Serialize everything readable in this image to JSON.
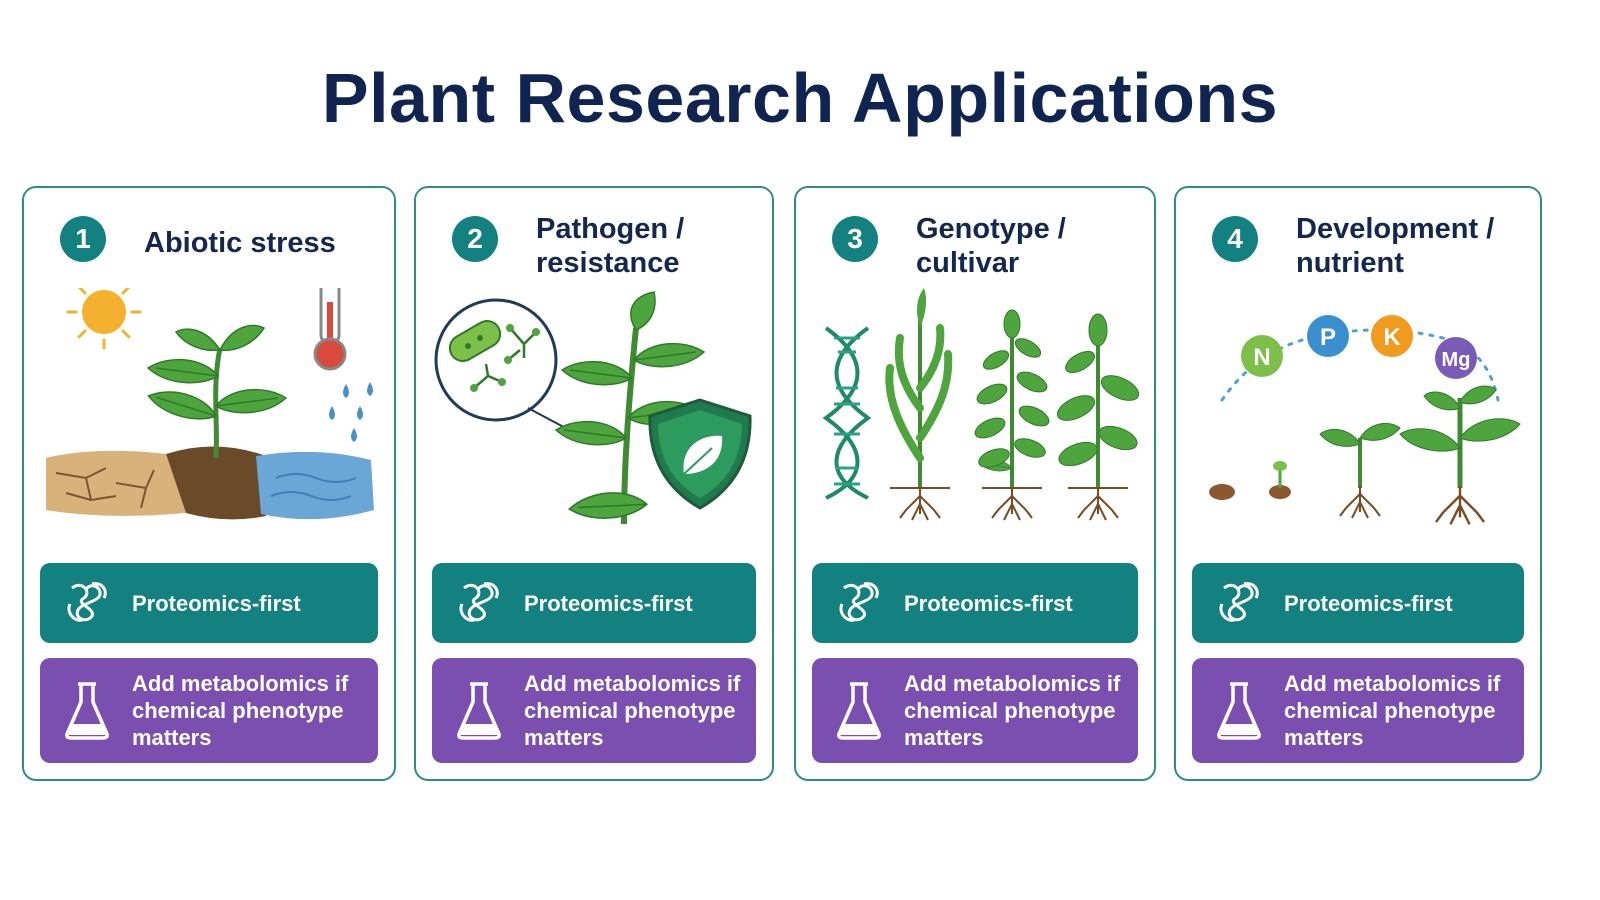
{
  "title": "Plant Research Applications",
  "cards": [
    {
      "number": "1",
      "title": "Abiotic stress",
      "proteomics": "Proteomics-first",
      "metabolomics": "Add metabolomics if chemical phenotype matters"
    },
    {
      "number": "2",
      "title": "Pathogen / resistance",
      "proteomics": "Proteomics-first",
      "metabolomics": "Add metabolomics if chemical phenotype matters"
    },
    {
      "number": "3",
      "title": "Genotype / cultivar",
      "proteomics": "Proteomics-first",
      "metabolomics": "Add metabolomics if chemical phenotype matters"
    },
    {
      "number": "4",
      "title": "Development / nutrient",
      "proteomics": "Proteomics-first",
      "metabolomics": "Add metabolomics if chemical phenotype matters"
    }
  ],
  "nutrients": [
    "N",
    "P",
    "K",
    "Mg"
  ],
  "colors": {
    "teal": "#128180",
    "purple": "#7a4fb0",
    "title": "#0f2450",
    "leaf": "#4ea43d"
  },
  "icons": [
    "sun-icon",
    "thermometer-icon",
    "water-drops-icon",
    "bacteria-icon",
    "shield-leaf-icon",
    "dna-icon",
    "protein-icon",
    "flask-icon"
  ]
}
